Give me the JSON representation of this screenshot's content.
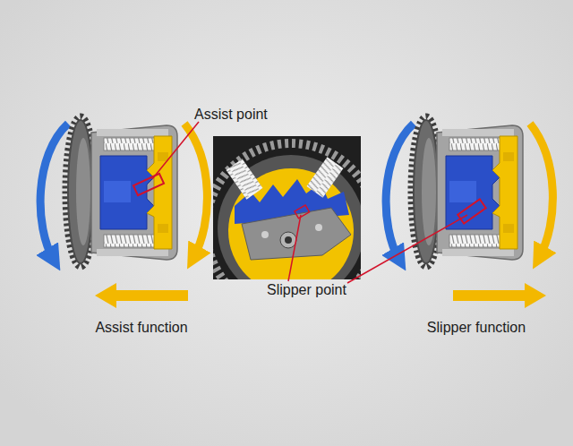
{
  "diagram": {
    "labels": [
      "Assist point",
      "Slipper point",
      "Assist function",
      "Slipper function"
    ]
  }
}
